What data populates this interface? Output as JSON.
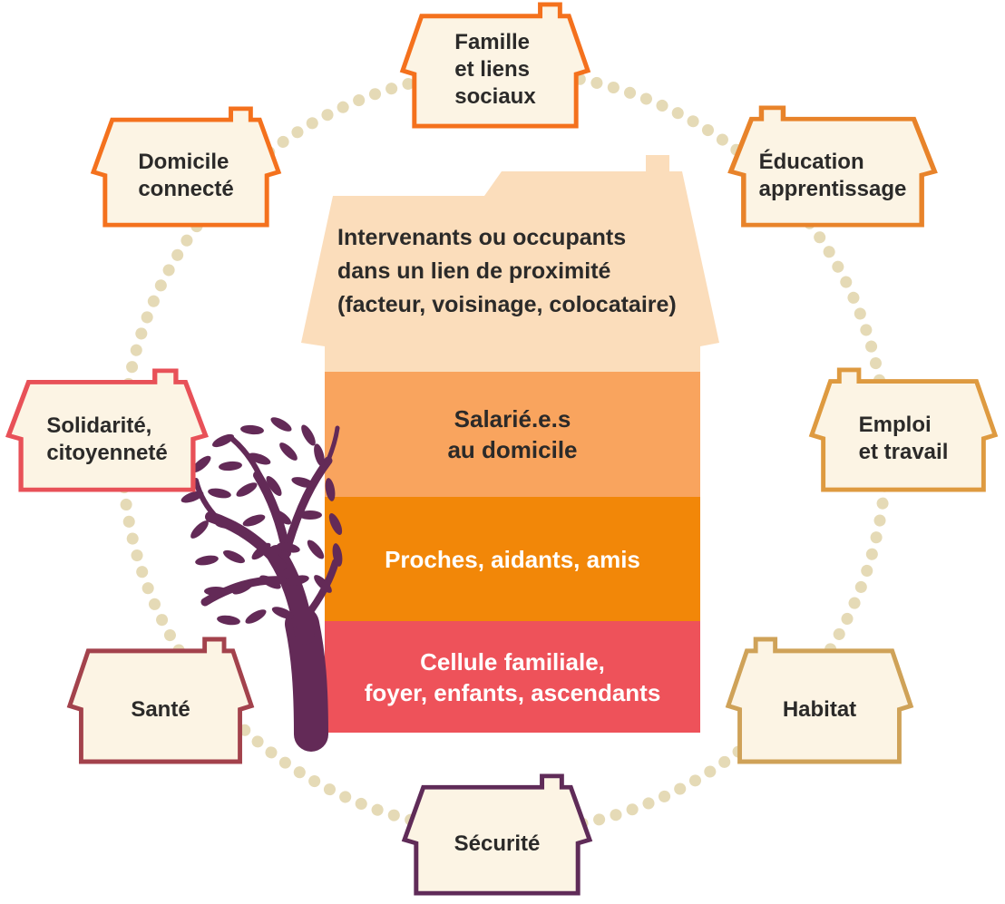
{
  "diagram": {
    "center_house": {
      "roof_text": "Intervenants ou occupants\ndans un lien de proximité\n(facteur, voisinage, colocataire)",
      "roof_color": "#FBDDBB",
      "layers": [
        {
          "label": "Salarié.e.s\nau domicile",
          "color": "#F9A45E",
          "text_color": "#2B2A29"
        },
        {
          "label": "Proches, aidants, amis",
          "color": "#F28708",
          "text_color": "#FFFFFF"
        },
        {
          "label": "Cellule familiale,\nfoyer, enfants, ascendants",
          "color": "#EE525A",
          "text_color": "#FFFFFF"
        }
      ]
    },
    "satellites": [
      {
        "label": "Famille\net liens\nsociaux",
        "outline": "#F4711D"
      },
      {
        "label": "Domicile\nconnecté",
        "outline": "#F4711D"
      },
      {
        "label": "Éducation\napprentissage",
        "outline": "#E8832A"
      },
      {
        "label": "Solidarité,\ncitoyenneté",
        "outline": "#E85158"
      },
      {
        "label": "Emploi\net travail",
        "outline": "#DE9A40"
      },
      {
        "label": "Santé",
        "outline": "#A3424C"
      },
      {
        "label": "Habitat",
        "outline": "#CFA258"
      },
      {
        "label": "Sécurité",
        "outline": "#5F2B58"
      }
    ],
    "colors": {
      "house_fill": "#FCF4E4",
      "dots": "#E5DAB6",
      "tree": "#632A57",
      "text": "#2B2A29",
      "background": "#FFFFFF"
    }
  }
}
